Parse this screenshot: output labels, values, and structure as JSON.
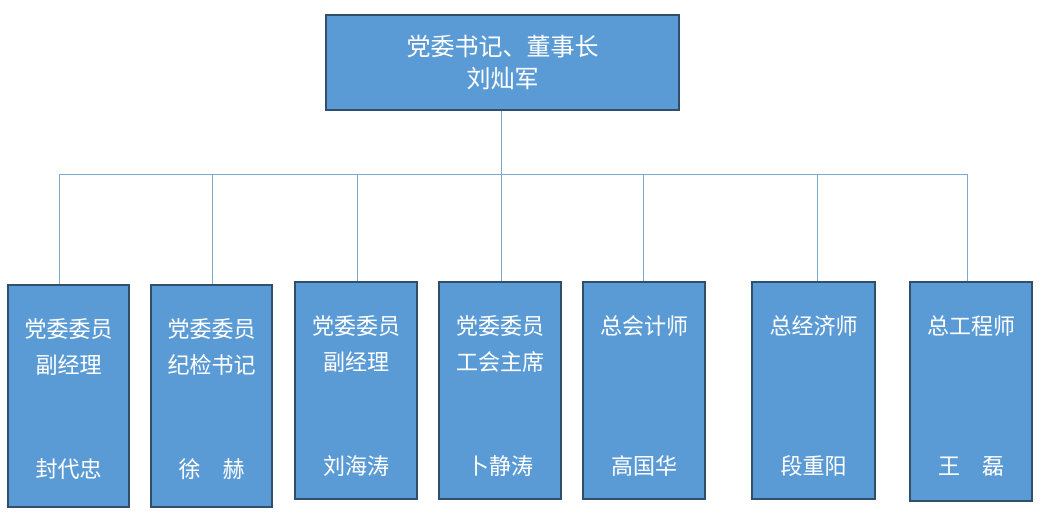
{
  "top": {
    "title": "党委书记、董事长",
    "name": "刘灿军"
  },
  "children": [
    {
      "title1": "党委委员",
      "title2": "副经理",
      "name": "封代忠"
    },
    {
      "title1": "党委委员",
      "title2": "纪检书记",
      "name": "徐　赫"
    },
    {
      "title1": "党委委员",
      "title2": "副经理",
      "name": "刘海涛"
    },
    {
      "title1": "党委委员",
      "title2": "工会主席",
      "name": "卜静涛"
    },
    {
      "title1": "总会计师",
      "title2": "",
      "name": "高国华"
    },
    {
      "title1": "总经济师",
      "title2": "",
      "name": "段重阳"
    },
    {
      "title1": "总工程师",
      "title2": "",
      "name": "王　磊"
    }
  ],
  "colors": {
    "box_fill": "#5b9bd5",
    "box_border": "#2f4f6b",
    "connector": "#7fa7cf",
    "text": "#ffffff"
  }
}
